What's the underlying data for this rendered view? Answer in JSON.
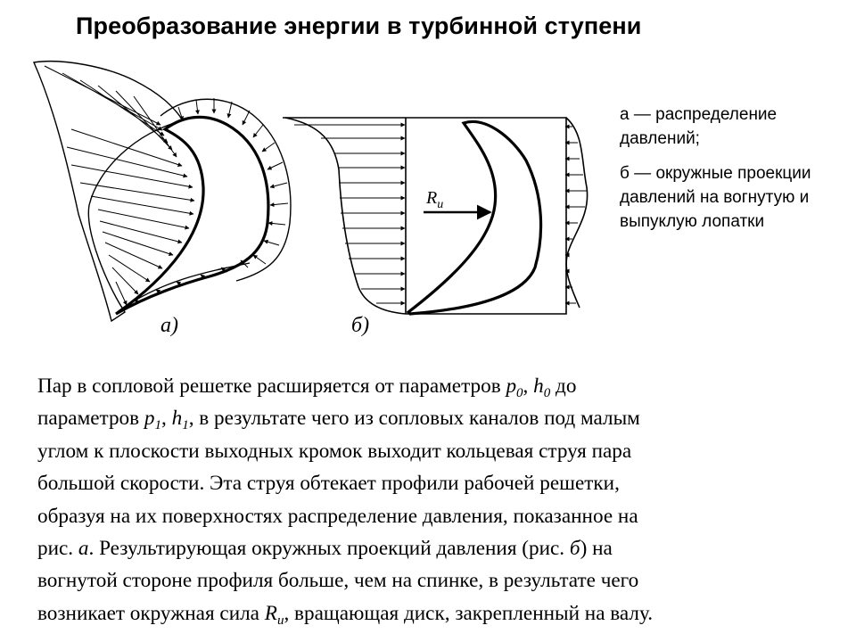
{
  "title": "Преобразование энергии в турбинной ступени",
  "figure": {
    "label_a": "а)",
    "label_b": "б)",
    "force_label": "R",
    "force_sub": "u"
  },
  "legend": {
    "item_a": "а — распределение давлений;",
    "item_b": "б — окружные проекции давлений на вогнутую и выпуклую лопатки"
  },
  "text": {
    "l1_a": "Пар в сопловой решетке расширяется от параметров ",
    "p": "p",
    "h": "h",
    "R": "R",
    "sub0": "0",
    "sub1": "1",
    "subu": "u",
    "comma": ", ",
    "l1_b": " до",
    "l2_a": "параметров ",
    "l2_b": ", в результате чего из сопловых каналов под малым",
    "l3": "углом к плоскости выходных кромок выходит кольцевая струя пара",
    "l4": "большой скорости. Эта струя обтекает профили рабочей решетки,",
    "l5": "образуя на их поверхностях распределение давления, показанное на",
    "l6_a": "рис. ",
    "a_it": "а",
    "l6_b": ". Результирующая окружных проекций давления (рис. ",
    "b_it": "б",
    "l6_c": ") на",
    "l7": "вогнутой стороне профиля больше, чем на спинке, в результате чего",
    "l8_a": "возникает окружная сила ",
    "l8_b": ", вращающая диск, закрепленный на валу."
  }
}
